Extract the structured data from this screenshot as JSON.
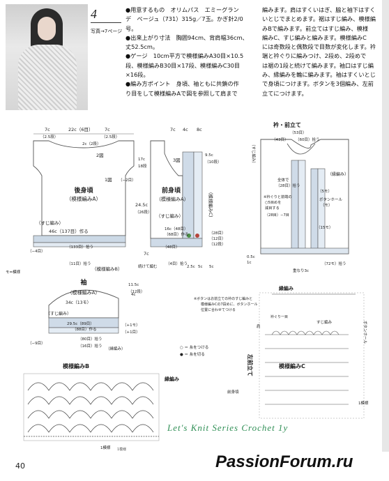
{
  "header": {
    "pattern_number": "4",
    "photo_ref": "写真→7ページ"
  },
  "text": {
    "col1": [
      "●用意するもの　オリムパス　エミーグラン",
      "デ　ベージュ（731）315g／7玉。かぎ針2/0",
      "号。",
      "●出来上がり寸法　胸囲94cm、背肩幅36cm、",
      "丈52.5cm。",
      "●ゲージ　10cm平方で模様編みA30目×10.5",
      "段、模様編みB30目×17段、模様編みC30目",
      "×16段。",
      "●編み方ポイント　身頃、袖ともに共鎖の作",
      "り目をして模様編みAで図を参照して肩まで"
    ],
    "col2": [
      "編みます。肩はすくいはぎ、脇と袖下はすく",
      "いとじでまとめます。裾はすじ編み、模様編",
      "みBで編みます。前立てはすじ編み、模様",
      "編みC、すじ編みと編みます。模様編みC",
      "には奇数段と偶数段で目数が変化します。衿",
      "端と衿ぐりに編みつけ、2段め、2段めで",
      "は裾の1段と続けて編みます。袖口はすじ編",
      "み、縁編みを輪に編みます。袖はすくいとじ",
      "で身頃につけます。ボタンを3個編み、左前",
      "立てにつけます。"
    ]
  },
  "diagrams": {
    "back": {
      "title": "後身頃",
      "subtitle": "（模様編みA）",
      "top_a": "7c",
      "top_a2": "（2.5段）",
      "top_b": "22c（6目）",
      "top_b2": "（2.5段）",
      "left_side": "2c（2段）",
      "label_1": "1図",
      "label_2": "2図",
      "mid_right": "24.5c",
      "mid_right2": "（26段）",
      "hem_label": "（すじ編み）",
      "hem_count": "46c（137目）作る",
      "hem_rows": "（−4目）",
      "bottom": "（133目）拾う",
      "bottom2": "（11目）拾う",
      "hem_b": "（模様編みB）",
      "edge_note": "モ=模様",
      "seven_c": "7c",
      "left_dim": "（−2目）"
    },
    "front": {
      "title": "前身頃",
      "subtitle": "（模様編みA）",
      "top_a": "7c",
      "top_b": "4c",
      "top_c": "8c",
      "left_dim": "17c",
      "left_dim2": "18段",
      "label_3": "3図",
      "pattern_c": "（模様編みC）",
      "hem_label": "（すじ編み）",
      "inner_note": "16c（48目）",
      "inner_note2": "（68目）作る",
      "bottom": "（4目）拾う",
      "bottom2": "2.5c",
      "bottom3": "5c",
      "bottom4": "5c",
      "continuous": "続けて編む",
      "nine_c": "9.5c",
      "ten_rows": "（10段）",
      "right_rows": "（12目）",
      "right_rows2": "（12段）",
      "right_rows3": "（28目）",
      "side_note": "（48目）",
      "seven_c": "7c"
    },
    "collar": {
      "title": "衿・前立て",
      "top_count": "（53目）",
      "top_counts2": "（43目）",
      "top_counts3": "（60目）拾う",
      "side": "（すじ編み）",
      "right_label": "（縁編み）",
      "center_note": "全体で",
      "center_note2": "（28目）拾う",
      "left_note": "※衿ぐりと前端の",
      "left_note2": "○5目めを",
      "left_note3": "減目する",
      "left_note4": "（28目）−7目",
      "button_hole": "ボタンホール",
      "button_hole2": "（モ）",
      "five_c": "（5モ）",
      "fifteen_c": "（15モ）",
      "bottom": "（72モ）拾う",
      "overlap": "重なり3c",
      "dim_a": "0.5c",
      "dim_b": "1c"
    },
    "sleeve": {
      "title": "袖",
      "subtitle": "（模様編みA）",
      "width": "34c（13モ）",
      "hem_label": "（すじ編み）",
      "hem_count": "29.5c（89目）",
      "hem_count2": "（88目）作る",
      "right_a": "11.5c",
      "right_a2": "（12段）",
      "right_b": "（+1モ）",
      "right_c": "（+1目）",
      "right_d": "4c",
      "bottom": "（80目）拾う",
      "bottom2": "（16目）拾う",
      "left_note": "（−9目）",
      "edge": "（縁編み）"
    },
    "pattern_b": {
      "title": "模様編みB",
      "edge_label": "縁編み",
      "repeat": "1模様"
    },
    "edging": {
      "title": "縁編み",
      "note1": "※ボタンはお前立ての衿のすじ編みと",
      "note2": "模様編みCの7段めに、ボタンホール",
      "note3": "位置に合わせてつける",
      "legend_a": "○ ＝ 糸をつける",
      "legend_b": "● ＝ 糸を切る",
      "pattern_c_label": "模様編みC",
      "suji": "すじ編み",
      "kata": "肩",
      "button_hole": "ボタンホール",
      "front_body": "前身頃",
      "left_label": "左前立て",
      "repeat": "1模様",
      "neck_label": "衿ぐり一目",
      "top_note": "すじ編み"
    }
  },
  "watermark": "Let's Knit Series Crochet 1y",
  "page_number": "40",
  "brand": "PassionForum.ru"
}
